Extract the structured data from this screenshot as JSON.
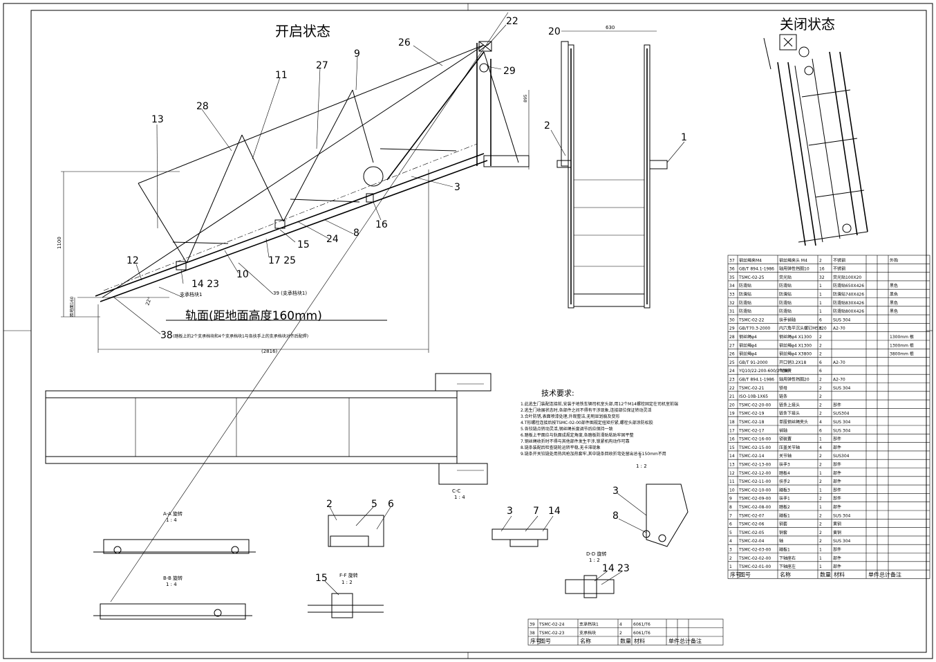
{
  "titles": {
    "open": "开启状态",
    "closed": "关闭状态",
    "rail": "轨面(距地面高度160mm)",
    "tech": "技术要求:"
  },
  "dimensions": {
    "height_total": "1100",
    "width_top": "630",
    "height_side": "895",
    "base": "(2816)",
    "rail_h": "距地面160",
    "angle": "22°"
  },
  "part_labels": [
    "22",
    "20",
    "26",
    "9",
    "29",
    "27",
    "11",
    "28",
    "13",
    "1",
    "2",
    "3",
    "16",
    "8",
    "24",
    "15",
    "17 25",
    "12",
    "10",
    "14 23",
    "39 (支承档块1)",
    "38"
  ],
  "notes": {
    "support1": "支承档块1",
    "note38": "(踏板上的2个支承档块和4个支承档块1与各扶手上的支承档块对齐后配焊)"
  },
  "tech_lines": [
    "1.此逃生门装配连接前,安装于地铁车辆司机室头部,用12个M14螺栓固定在司机室前端",
    "2.逃生门收展状态时,各部件之间不得有干涉现象,连接部位保证转动灵活",
    "3.合叶防锈,表面喷漆处理,外观整洁,无明显划痕及变形",
    "4.T形螺栓连接后按TSMC-02-00部件图规定扭矩拧紧,螺栓头部涂防松胶",
    "5.各铰链点转动灵活,钢丝绳长度调节后应保持一致",
    "6.踏板上平面应与轨面成规定角度,各踏板防滑贴粘贴牢固平整",
    "7.钢丝绳收折时不得与其他部件发生干涉,锁紧机构动作可靠",
    "8.链条装配后检查链轮运转平稳,无卡滞现象",
    "9.链条开关铰链处用热风枪加热套牢,其中链条回收折弯处留出总长150mm不用"
  ],
  "section_labels": {
    "I": "I",
    "I_scale": "1 : 2",
    "CC": "C-C",
    "CC_scale": "1 : 4",
    "AA": "A-A 旋转",
    "AA_scale": "1 : 4",
    "BB": "B-B 旋转",
    "BB_scale": "1 : 4",
    "DD": "D-D 旋转",
    "DD_scale": "1 : 2",
    "FF": "F-F 旋转",
    "FF_scale": "1 : 2"
  },
  "detail_numbers": {
    "cc": [
      "2",
      "5",
      "6"
    ],
    "mid": [
      "3",
      "7",
      "14"
    ],
    "i": [
      "3",
      "8"
    ],
    "dd": [
      "14",
      "23"
    ],
    "ff": [
      "15"
    ]
  },
  "bom_header": [
    "序号",
    "图号",
    "名称",
    "数量",
    "材料",
    "单件",
    "总计",
    "备注"
  ],
  "bom": [
    [
      "37",
      "钢丝绳夹M4",
      "钢丝绳夹头 M4",
      "2",
      "不锈钢",
      "",
      "",
      "外购"
    ],
    [
      "36",
      "GB/T 894.1-1986",
      "轴用弹性挡圈10",
      "16",
      "不锈钢",
      "",
      "",
      ""
    ],
    [
      "35",
      "TSMC-02-25",
      "荧光贴",
      "32",
      "荧光贴100X20",
      "",
      "",
      ""
    ],
    [
      "34",
      "防滑贴",
      "防滑贴",
      "1",
      "防滑贴650X426",
      "",
      "",
      "黑色"
    ],
    [
      "33",
      "防滑贴",
      "防滑贴",
      "1",
      "防滑贴740X426",
      "",
      "",
      "黑色"
    ],
    [
      "32",
      "防滑贴",
      "防滑贴",
      "1",
      "防滑贴830X426",
      "",
      "",
      "黑色"
    ],
    [
      "31",
      "防滑贴",
      "防滑贴",
      "1",
      "防滑贴800X426",
      "",
      "",
      "黑色"
    ],
    [
      "30",
      "TSMC-02-22",
      "扶手销轴",
      "6",
      "SUS 304",
      "",
      "",
      ""
    ],
    [
      "29",
      "GB/T70.3-2000",
      "内六角平沉头螺钉M5X20",
      "3",
      "A2-70",
      "",
      "",
      ""
    ],
    [
      "28",
      "钢丝绳φ4",
      "钢丝绳φ4 X1300",
      "2",
      "",
      "",
      "",
      "1300mm 根"
    ],
    [
      "27",
      "钢丝绳φ4",
      "钢丝绳φ4 X1300",
      "2",
      "",
      "",
      "",
      "1300mm 根"
    ],
    [
      "26",
      "钢丝绳φ4",
      "钢丝绳φ4 X3800",
      "2",
      "",
      "",
      "",
      "3800mm 根"
    ],
    [
      "25",
      "GB/T 91-2000",
      "开口销3.2X18",
      "6",
      "A2-70",
      "",
      "",
      ""
    ],
    [
      "24",
      "YQ10/22-200-600/200N",
      "气弹簧",
      "6",
      "",
      "",
      "",
      ""
    ],
    [
      "23",
      "GB/T 894.1-1986",
      "轴用弹性挡圈20",
      "2",
      "A2-70",
      "",
      "",
      ""
    ],
    [
      "22",
      "TSMC-02-21",
      "锁母",
      "2",
      "SUS 304",
      "",
      "",
      ""
    ],
    [
      "21",
      "ISO-10B-1X65",
      "链条",
      "2",
      "",
      "",
      "",
      ""
    ],
    [
      "20",
      "TSMC-02-20-00",
      "链条上接头",
      "2",
      "部件",
      "",
      "",
      ""
    ],
    [
      "19",
      "TSMC-02-19",
      "链条下接头",
      "2",
      "SUS304",
      "",
      "",
      ""
    ],
    [
      "18",
      "TSMC-02-18",
      "单股钢丝绳夹头",
      "4",
      "SUS 304",
      "",
      "",
      ""
    ],
    [
      "17",
      "TSMC-02-17",
      "销轴",
      "6",
      "SUS 304",
      "",
      "",
      ""
    ],
    [
      "16",
      "TSMC-02-16-00",
      "锁装置",
      "1",
      "部件",
      "",
      "",
      ""
    ],
    [
      "15",
      "TSMC-02-15-00",
      "压盖关节轴",
      "4",
      "部件",
      "",
      "",
      ""
    ],
    [
      "14",
      "TSMC-02-14",
      "关节轴",
      "2",
      "SUS304",
      "",
      "",
      ""
    ],
    [
      "13",
      "TSMC-02-13-00",
      "扶手3",
      "2",
      "部件",
      "",
      "",
      ""
    ],
    [
      "12",
      "TSMC-02-12-00",
      "踏板4",
      "1",
      "部件",
      "",
      "",
      ""
    ],
    [
      "11",
      "TSMC-02-11-00",
      "扶手2",
      "2",
      "部件",
      "",
      "",
      ""
    ],
    [
      "10",
      "TSMC-02-10-00",
      "踏板3",
      "1",
      "部件",
      "",
      "",
      ""
    ],
    [
      "9",
      "TSMC-02-09-00",
      "扶手1",
      "2",
      "部件",
      "",
      "",
      ""
    ],
    [
      "8",
      "TSMC-02-08-00",
      "踏板2",
      "1",
      "部件",
      "",
      "",
      ""
    ],
    [
      "7",
      "TSMC-02-07",
      "踏板1",
      "2",
      "SUS 304",
      "",
      "",
      ""
    ],
    [
      "6",
      "TSMC-02-06",
      "铜套",
      "2",
      "黄铜",
      "",
      "",
      ""
    ],
    [
      "5",
      "TSMC-02-05",
      "铜套",
      "2",
      "黄铜",
      "",
      "",
      ""
    ],
    [
      "4",
      "TSMC-02-04",
      "轴",
      "2",
      "SUS 304",
      "",
      "",
      ""
    ],
    [
      "3",
      "TSMC-02-03-00",
      "踏板1",
      "1",
      "部件",
      "",
      "",
      ""
    ],
    [
      "2",
      "TSMC-02-02-00",
      "下轴座右",
      "1",
      "部件",
      "",
      "",
      ""
    ],
    [
      "1",
      "TSMC-02-01-00",
      "下轴座左",
      "1",
      "部件",
      "",
      "",
      ""
    ]
  ],
  "bom2": [
    [
      "39",
      "TSMC-02-24",
      "支承档块1",
      "4",
      "6061/T6",
      "",
      "",
      ""
    ],
    [
      "38",
      "TSMC-02-23",
      "支承档块",
      "2",
      "6061/T6",
      "",
      "",
      ""
    ]
  ]
}
